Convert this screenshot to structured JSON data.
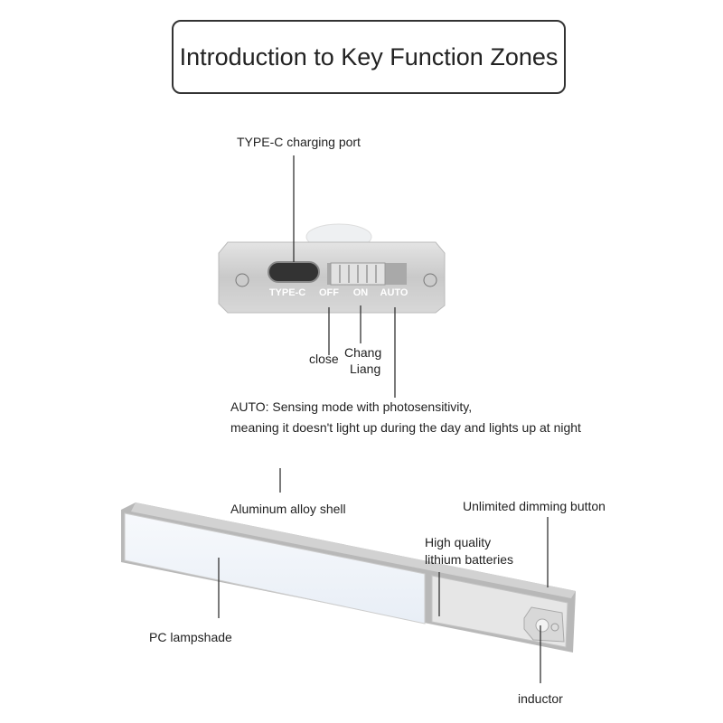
{
  "title": "Introduction to Key Function Zones",
  "switch_panel": {
    "engraved_labels": [
      "TYPE-C",
      "OFF",
      "ON",
      "AUTO"
    ],
    "callouts": {
      "type_c": "TYPE-C charging port",
      "close": "close",
      "chang": "Chang",
      "liang": "Liang",
      "auto_line1": "AUTO: Sensing mode with photosensitivity,",
      "auto_line2": "meaning it doesn't light up during the day and lights up at night"
    }
  },
  "lamp": {
    "callouts": {
      "shell": "Aluminum alloy shell",
      "dimming": "Unlimited dimming button",
      "battery_line1": "High quality",
      "battery_line2": "lithium batteries",
      "lampshade": "PC lampshade",
      "inductor": "inductor"
    }
  }
}
